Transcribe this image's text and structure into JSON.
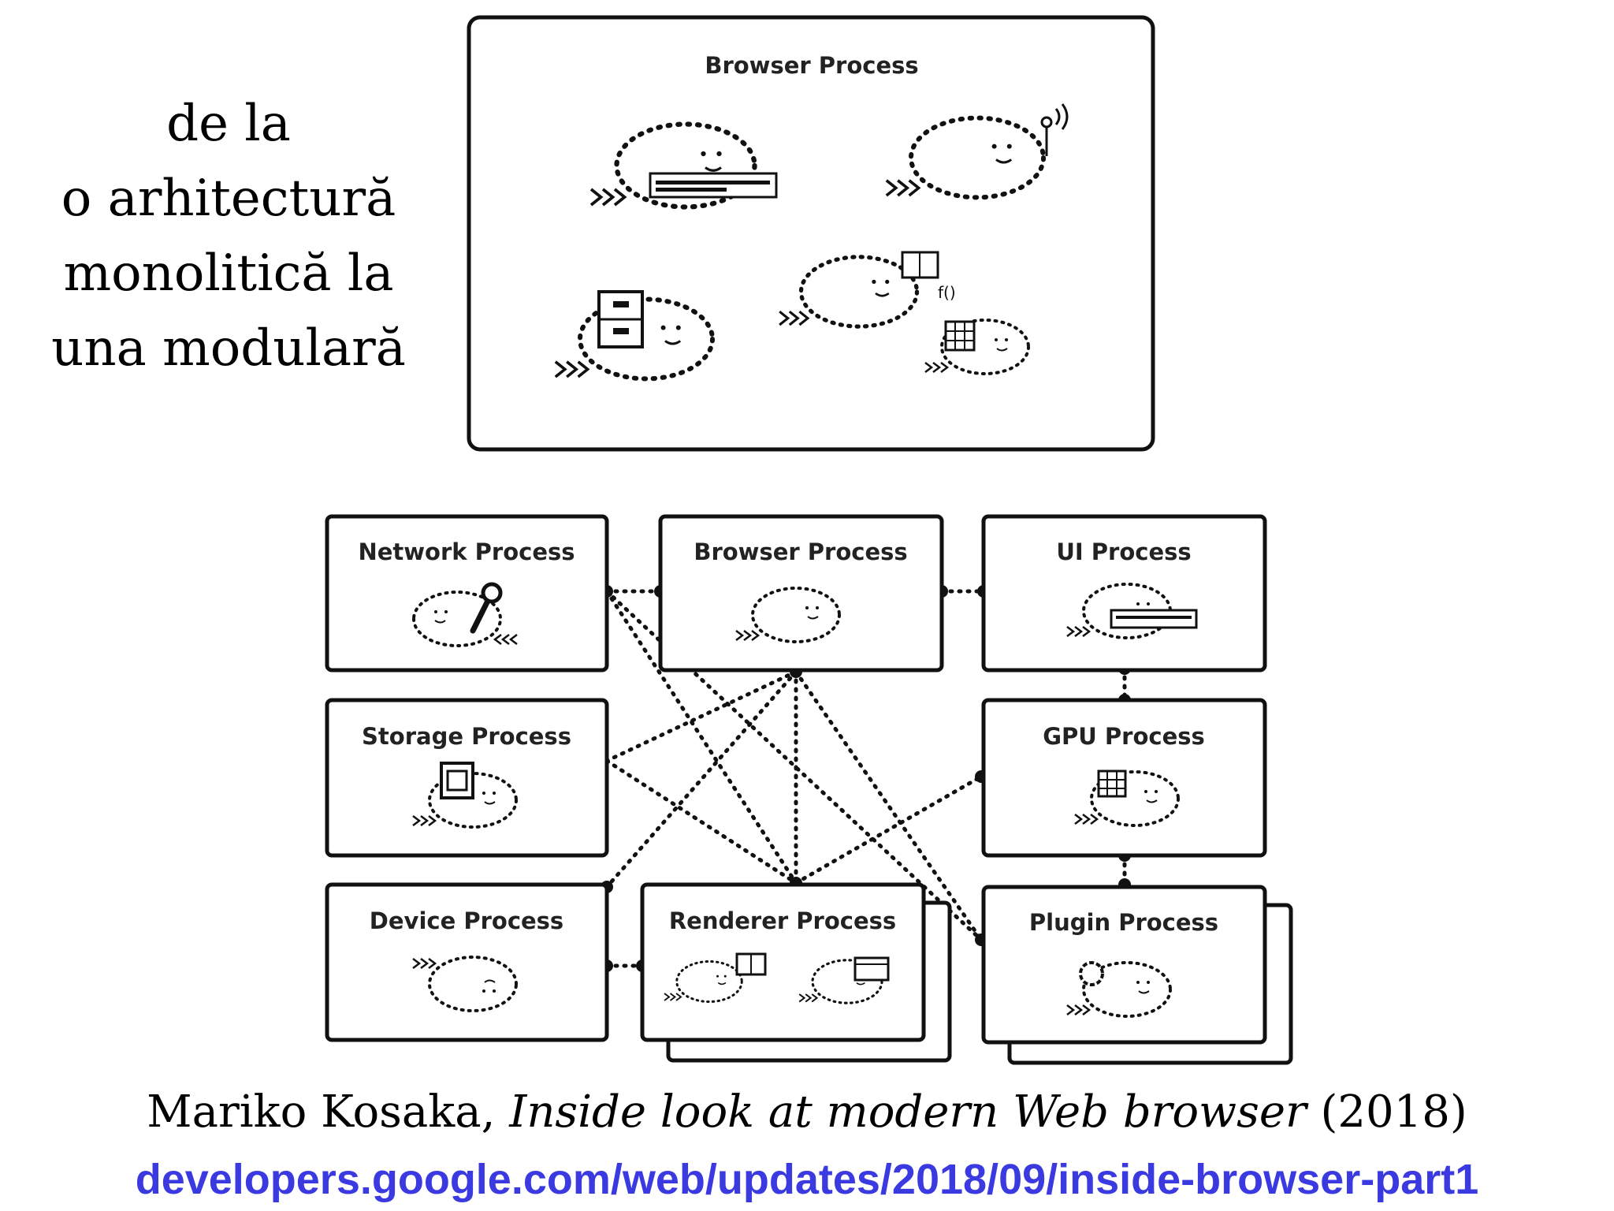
{
  "heading": {
    "lines": [
      "de la",
      "o arhitectură",
      "monolitică la",
      "una modulară"
    ]
  },
  "monolith": {
    "title": "Browser Process"
  },
  "modular": {
    "processes": {
      "network": "Network Process",
      "browser": "Browser Process",
      "ui": "UI Process",
      "storage": "Storage Process",
      "gpu": "GPU Process",
      "device": "Device Process",
      "renderer": "Renderer Process",
      "plugin": "Plugin Process"
    }
  },
  "icons": {
    "bubble": "dotted-loop-creature-icon",
    "network": "wrench-icon",
    "ui": "toolbar-icon",
    "storage": "cabinet-icon",
    "gpu": "pixel-grid-icon",
    "renderer": "script-book-icon",
    "plugin": "puzzle-gear-icon",
    "antenna": "antenna-icon"
  },
  "citation": {
    "author": "Mariko Kosaka, ",
    "work": "Inside look at modern Web browser",
    "year": " (2018)"
  },
  "link": {
    "text": "developers.google.com/web/updates/2018/09/inside-browser-part1",
    "color": "#3a3ae0"
  }
}
